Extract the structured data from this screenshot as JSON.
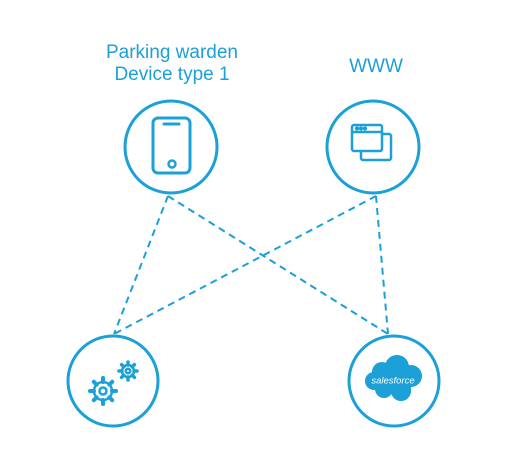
{
  "nodes": {
    "device": {
      "label_line1": "Parking warden",
      "label_line2": "Device type 1",
      "icon": "tablet-icon"
    },
    "www": {
      "label": "WWW",
      "icon": "browser-windows-icon"
    },
    "gears": {
      "icon": "gears-icon"
    },
    "salesforce": {
      "icon": "salesforce-cloud-icon",
      "logo_text": "salesforce"
    }
  },
  "connections": [
    {
      "from": "device",
      "to": "gears",
      "style": "dashed"
    },
    {
      "from": "device",
      "to": "salesforce",
      "style": "dashed"
    },
    {
      "from": "www",
      "to": "gears",
      "style": "dashed"
    },
    {
      "from": "www",
      "to": "salesforce",
      "style": "dashed"
    }
  ],
  "colors": {
    "accent": "#1ba0d7",
    "salesforce_blue": "#1ba0d7",
    "background": "#ffffff"
  }
}
